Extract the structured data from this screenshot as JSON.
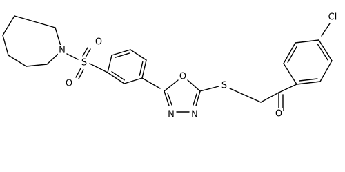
{
  "molecule": {
    "atoms": {
      "n_ring": "N",
      "s_sulfonyl": "S",
      "o_sulfonyl_top": "O",
      "o_sulfonyl_bottom": "O",
      "o_oxadiazole": "O",
      "n_oxadiazole_left": "N",
      "n_oxadiazole_right": "N",
      "s_thioether": "S",
      "o_ketone": "O",
      "cl": "Cl"
    }
  }
}
